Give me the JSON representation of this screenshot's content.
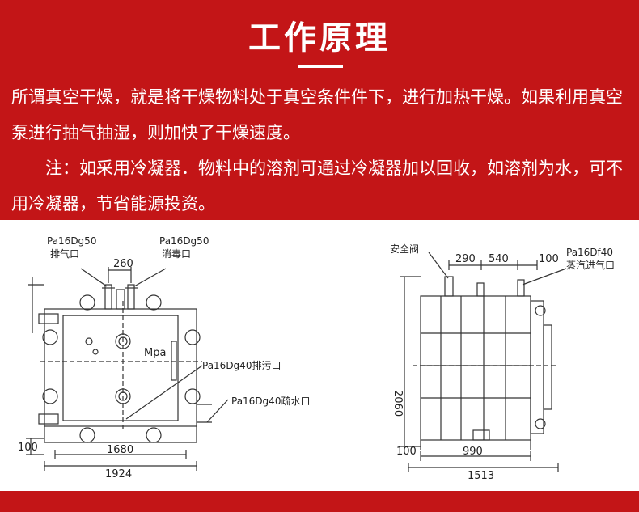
{
  "header": {
    "title": "工作原理"
  },
  "description": {
    "para1": "所谓真空干燥，就是将干燥物料处于真空条件件下，进行加热干燥。如果利用真空泵进行抽气抽湿，则加快了干燥速度。",
    "para2": "注：如采用冷凝器．物料中的溶剂可通过冷凝器加以回收，如溶剂为水，可不用冷凝器，节省能源投资。"
  },
  "front_view": {
    "label_exhaust_spec": "Pa16Dg50",
    "label_exhaust": "排气口",
    "label_disinfect_spec": "Pa16Dg50",
    "label_disinfect": "消毒口",
    "dim_260": "260",
    "gauge_label": "Mpa",
    "label_drain_sewage": "Pa16Dg40排污口",
    "label_drain_water": "Pa16Dg40疏水口",
    "dim_100": "100",
    "dim_1680": "1680",
    "dim_1924": "1924"
  },
  "side_view": {
    "label_safety_valve": "安全阀",
    "dim_290": "290",
    "dim_540": "540",
    "dim_100_top": "100",
    "label_steam_spec": "Pa16Df40",
    "label_steam_inlet": "蒸汽进气口",
    "dim_2060": "2060",
    "dim_100_left": "100",
    "dim_990": "990",
    "dim_1513": "1513"
  }
}
